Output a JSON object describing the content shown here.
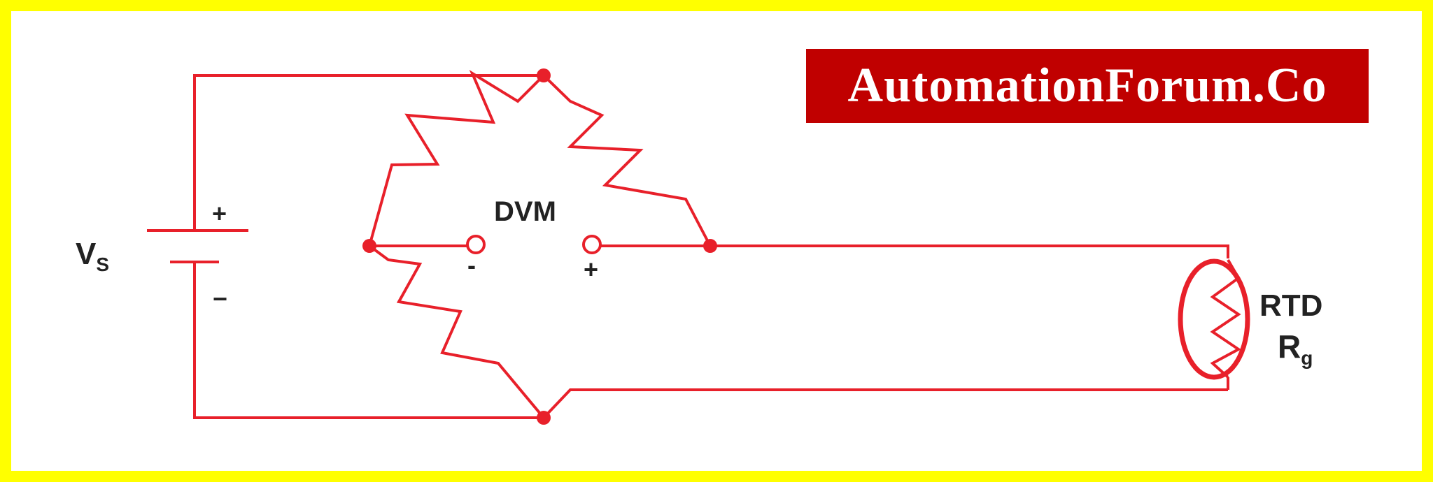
{
  "watermark": {
    "text": "AutomationForum.Co"
  },
  "labels": {
    "vs_main": "V",
    "vs_sub": "S",
    "battery_plus": "+",
    "battery_minus": "−",
    "dvm": "DVM",
    "dvm_minus": "-",
    "dvm_plus": "+",
    "rtd": "RTD",
    "rg_main": "R",
    "rg_sub": "g"
  },
  "colors": {
    "frame": "#ffff00",
    "wire": "#e8202a",
    "watermark_bg": "#c00000",
    "watermark_text": "#ffffff",
    "text": "#222222"
  }
}
